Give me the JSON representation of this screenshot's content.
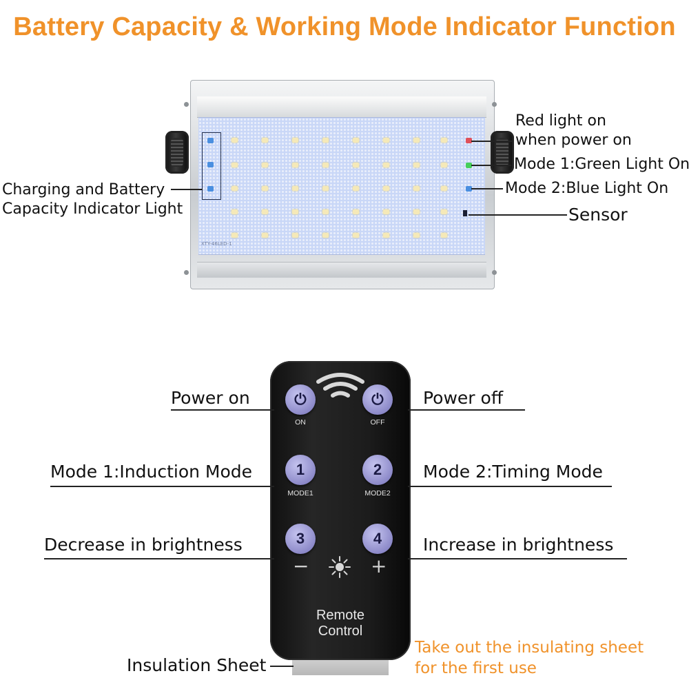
{
  "title": "Battery Capacity & Working Mode Indicator Function",
  "panel_callouts": {
    "red_light": "Red light on\nwhen power on",
    "red_light_line1": "Red light on",
    "red_light_line2": "when power on",
    "mode1": "Mode 1:Green Light On",
    "mode2": "Mode 2:Blue Light On",
    "sensor": "Sensor",
    "charging_line1": "Charging and Battery",
    "charging_line2": "Capacity Indicator Light"
  },
  "panel_model_text": "XTY-46LED-1",
  "indicator_colors": {
    "red": "#e0505a",
    "green": "#46cf5a",
    "blue": "#4a8fe0"
  },
  "remote": {
    "buttons": [
      {
        "glyph": "⏻",
        "caption": "ON",
        "icon": "power-icon"
      },
      {
        "glyph": "⏻",
        "caption": "OFF",
        "icon": "power-icon"
      },
      {
        "glyph": "1",
        "caption": "MODE1"
      },
      {
        "glyph": "2",
        "caption": "MODE2"
      },
      {
        "glyph": "3",
        "caption": ""
      },
      {
        "glyph": "4",
        "caption": ""
      }
    ],
    "minus": "−",
    "plus": "+",
    "brightness_icon": "sun-icon",
    "label_line1": "Remote",
    "label_line2": "Control"
  },
  "remote_callouts": {
    "power_on": "Power on",
    "power_off": "Power off",
    "mode1": "Mode 1:Induction Mode",
    "mode2": "Mode 2:Timing Mode",
    "decrease": "Decrease in brightness",
    "increase": "Increase in brightness",
    "insulation": "Insulation Sheet"
  },
  "note": {
    "line1": "Take out the insulating sheet",
    "line2": "for the first use"
  },
  "accent_color": "#f0922a",
  "button_color": "#8d8ac9"
}
